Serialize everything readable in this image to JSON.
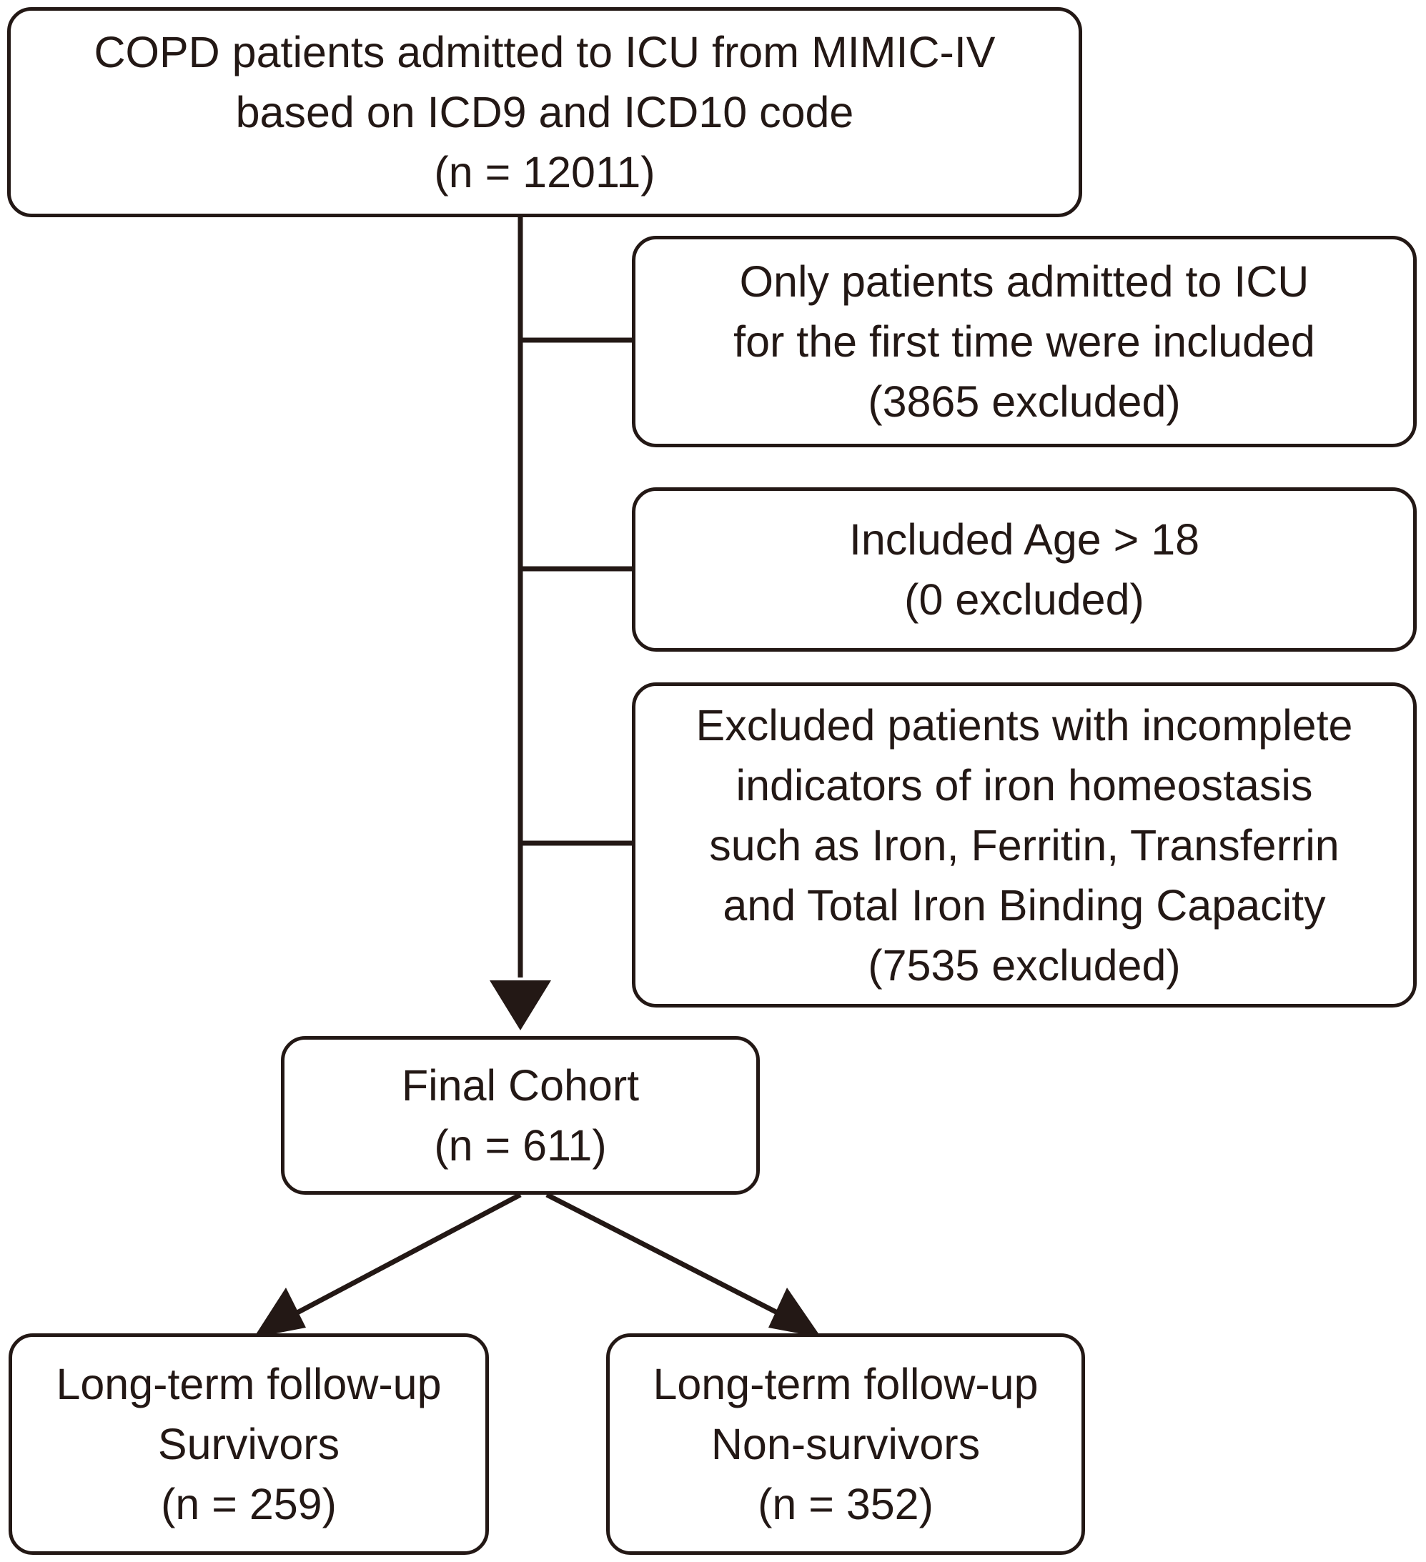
{
  "colors": {
    "stroke": "#231815",
    "text": "#231815",
    "background": "#ffffff"
  },
  "boxes": {
    "source": {
      "lines": [
        "COPD patients admitted to ICU from MIMIC-IV",
        "based on ICD9 and ICD10 code",
        "(n = 12011)"
      ]
    },
    "exclusion_first_icu": {
      "lines": [
        "Only patients admitted to ICU",
        "for the first time were included",
        "(3865 excluded)"
      ]
    },
    "exclusion_age": {
      "lines": [
        "Included Age > 18",
        "(0 excluded)"
      ]
    },
    "exclusion_iron": {
      "lines": [
        "Excluded patients with incomplete",
        "indicators of iron homeostasis",
        "such as Iron, Ferritin, Transferrin",
        "and Total Iron Binding Capacity",
        "(7535 excluded)"
      ]
    },
    "final_cohort": {
      "lines": [
        "Final Cohort",
        "(n = 611)"
      ]
    },
    "survivors": {
      "lines": [
        "Long-term follow-up",
        "Survivors",
        "(n = 259)"
      ]
    },
    "non_survivors": {
      "lines": [
        "Long-term follow-up",
        "Non-survivors",
        "(n = 352)"
      ]
    }
  }
}
